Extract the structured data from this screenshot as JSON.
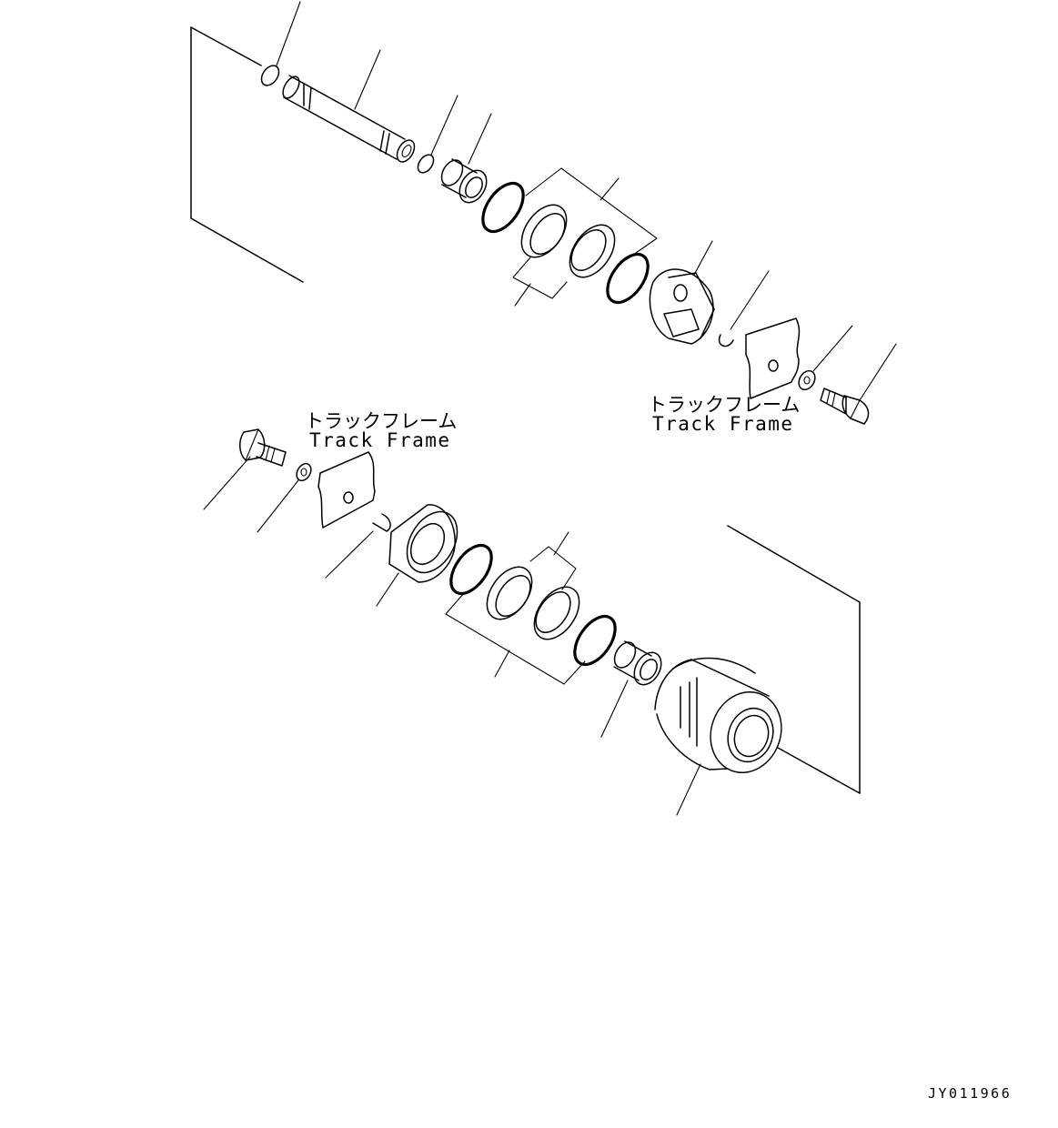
{
  "labels": {
    "upper_ja": "トラックフレーム",
    "upper_en": "Track Frame",
    "lower_ja": "トラックフレーム",
    "lower_en": "Track Frame"
  },
  "drawing_code": "JY011966",
  "colors": {
    "line": "#000000",
    "background": "#ffffff"
  }
}
